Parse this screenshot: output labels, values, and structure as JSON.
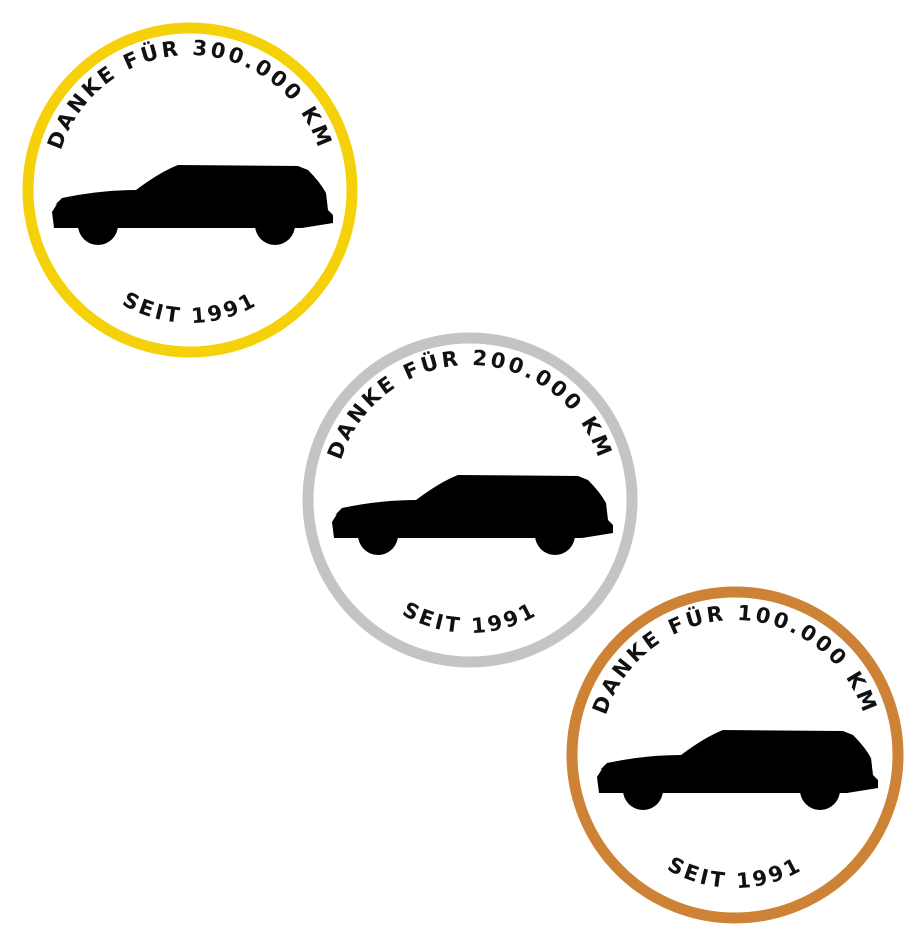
{
  "stickers": [
    {
      "top_text": "DANKE FÜR 300.000 KM",
      "bottom_text": "SEIT 1991",
      "ring_color": "#F5D10A"
    },
    {
      "top_text": "DANKE FÜR 200.000 KM",
      "bottom_text": "SEIT 1991",
      "ring_color": "#C4C4C4"
    },
    {
      "top_text": "DANKE FÜR 100.000 KM",
      "bottom_text": "SEIT 1991",
      "ring_color": "#CD8236"
    }
  ]
}
